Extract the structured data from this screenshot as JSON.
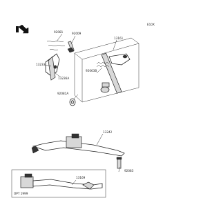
{
  "page": {
    "number": "E10X"
  },
  "icons": {
    "front": "front-direction-arrow-icon"
  },
  "callouts": {
    "c13161": "13161",
    "c92081": "92081",
    "c92009": "92009",
    "c13233": "13233",
    "c13236A": "13236A",
    "c92063B": "92063B",
    "c92081A": "92081A",
    "c13242": "13242",
    "c92083": "92083",
    "c13169": "13169",
    "note": "OPT 1999"
  }
}
